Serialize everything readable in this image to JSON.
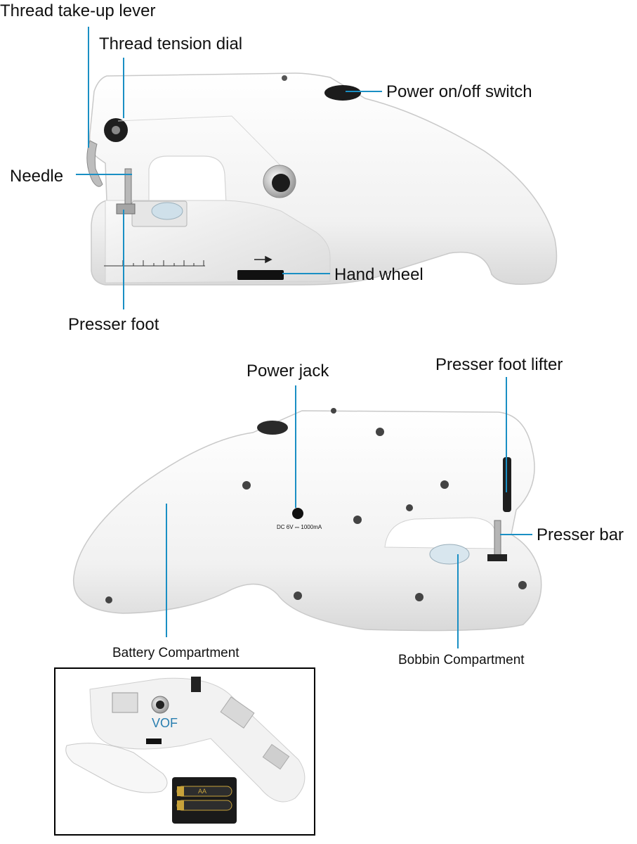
{
  "labels": {
    "thread_takeup_lever": "Thread take-up lever",
    "thread_tension_dial": "Thread tension dial",
    "power_switch": "Power on/off switch",
    "needle": "Needle",
    "hand_wheel": "Hand wheel",
    "presser_foot": "Presser foot",
    "power_jack": "Power jack",
    "presser_foot_lifter": "Presser foot lifter",
    "presser_bar": "Presser bar",
    "battery_compartment": "Battery Compartment",
    "bobbin_compartment": "Bobbin Compartment"
  },
  "device_text": {
    "power_jack_rating": "DC 6V ⎓ 1000mA",
    "inset_logo": "VOF",
    "battery_print": "AA"
  },
  "colors": {
    "leader_line": "#1a8fc4",
    "body_white": "#f4f4f4",
    "body_shadow": "#d6d6d6",
    "dark_part": "#1c1c1c",
    "inset_border": "#000000"
  }
}
